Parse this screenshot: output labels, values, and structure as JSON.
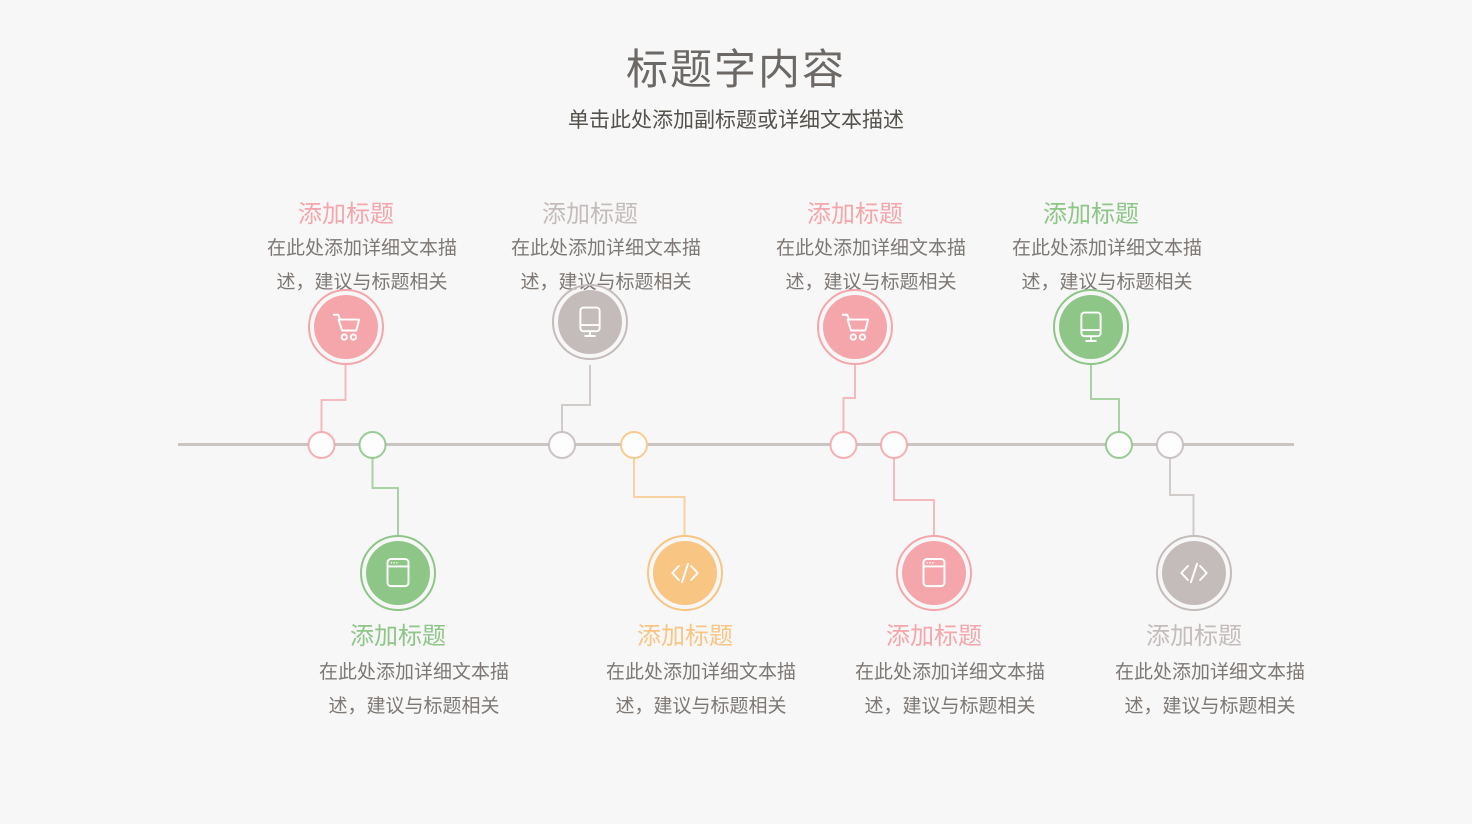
{
  "slide": {
    "background": "#f7f7f7"
  },
  "header": {
    "title": "标题字内容",
    "subtitle": "单击此处添加副标题或详细文本描述"
  },
  "colors": {
    "timeline": "#cac4c3",
    "node_fill": "#fdfdfd",
    "heading_text": "#6c6865",
    "subtitle_text": "#55514d",
    "desc_text": "#7e7874",
    "pink": "#f4a6ab",
    "gray": "#c4bcbb",
    "green": "#8ec688",
    "orange": "#f8c583"
  },
  "items": [
    {
      "id": 1,
      "side": "top",
      "icon": "shopping-cart-icon",
      "accent": "#f4a6ab",
      "title": "添加标题",
      "desc_lines": [
        "在此处添加详细文本描",
        "述，建议与标题相关"
      ]
    },
    {
      "id": 2,
      "side": "top",
      "icon": "monitor-icon",
      "accent": "#c4bcbb",
      "title": "添加标题",
      "desc_lines": [
        "在此处添加详细文本描",
        "述，建议与标题相关"
      ]
    },
    {
      "id": 3,
      "side": "top",
      "icon": "shopping-cart-icon",
      "accent": "#f4a6ab",
      "title": "添加标题",
      "desc_lines": [
        "在此处添加详细文本描",
        "述，建议与标题相关"
      ]
    },
    {
      "id": 4,
      "side": "top",
      "icon": "monitor-icon",
      "accent": "#8ec688",
      "title": "添加标题",
      "desc_lines": [
        "在此处添加详细文本描",
        "述，建议与标题相关"
      ]
    },
    {
      "id": 5,
      "side": "bottom",
      "icon": "browser-window-icon",
      "accent": "#8ec688",
      "title": "添加标题",
      "desc_lines": [
        "在此处添加详细文本描",
        "述，建议与标题相关"
      ]
    },
    {
      "id": 6,
      "side": "bottom",
      "icon": "code-icon",
      "accent": "#f8c583",
      "title": "添加标题",
      "desc_lines": [
        "在此处添加详细文本描",
        "述，建议与标题相关"
      ]
    },
    {
      "id": 7,
      "side": "bottom",
      "icon": "browser-window-icon",
      "accent": "#f4a6ab",
      "title": "添加标题",
      "desc_lines": [
        "在此处添加详细文本描",
        "述，建议与标题相关"
      ]
    },
    {
      "id": 8,
      "side": "bottom",
      "icon": "code-icon",
      "accent": "#c4bcbb",
      "title": "添加标题",
      "desc_lines": [
        "在此处添加详细文本描",
        "述，建议与标题相关"
      ]
    }
  ]
}
